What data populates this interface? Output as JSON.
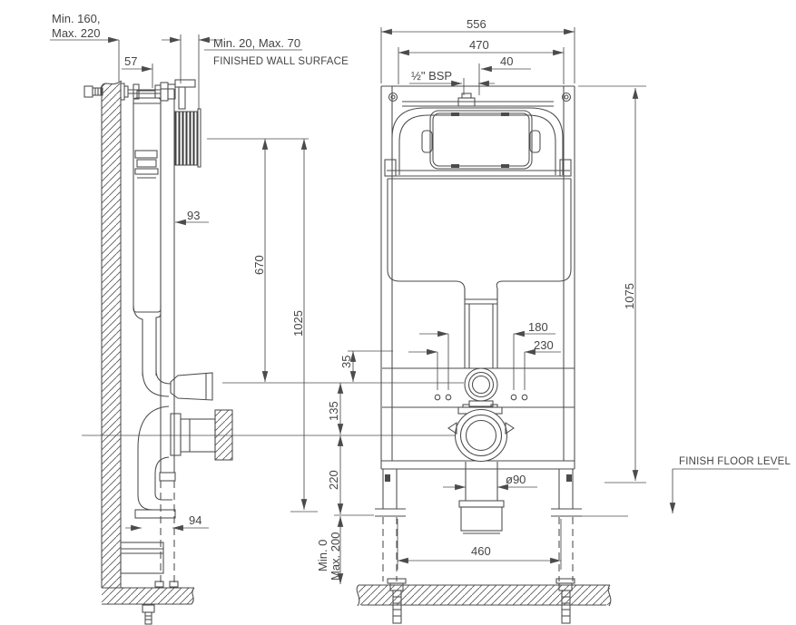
{
  "colors": {
    "background": "#ffffff",
    "line": "#4b4b4b",
    "text": "#454545"
  },
  "labels": {
    "wall_offset_line1": "Min. 160,",
    "wall_offset_line2": "Max. 220",
    "bracket_projection": "57",
    "finish_depth": "Min. 20, Max. 70",
    "finished_wall_surface": "FINISHED WALL SURFACE",
    "frame_width": "556",
    "top_fixing_spacing": "470",
    "water_inlet": "½\" BSP",
    "inlet_offset": "40",
    "shaft_depth": "93",
    "dim_670": "670",
    "dim_1025": "1025",
    "frame_height": "1075",
    "pan_fixing_180": "180",
    "pan_fixing_230": "230",
    "dim_35": "35",
    "dim_135": "135",
    "dim_220": "220",
    "foot_min": "Min. 0",
    "foot_max": "Max. 200",
    "leg_spacing": "460",
    "outlet_diameter": "ø90",
    "dim_94": "94",
    "finish_floor_level": "FINISH FLOOR LEVEL"
  }
}
